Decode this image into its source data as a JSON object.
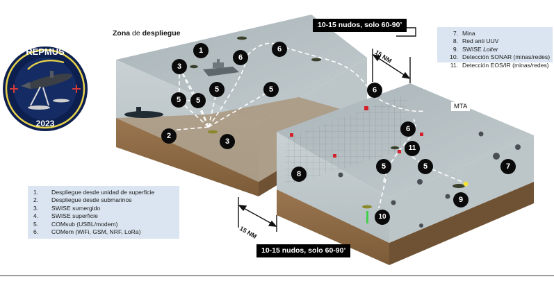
{
  "colors": {
    "water_top": "#b5bfc3",
    "water_side": "#c6cfd2",
    "seabed_front": "#8d6b45",
    "seabed_side": "#6f5233",
    "path": "#ffffff",
    "marker": "#0a0a0a",
    "legend_bg": "#dbe5f1",
    "mine": "#d4202a"
  },
  "badge": {
    "title": "REPMUS",
    "year": "2023",
    "icon": "uuv-drone-badge-icon"
  },
  "zone_label": {
    "prefix": "Zona",
    "mid": " de ",
    "suffix": "despliegue"
  },
  "mta_label": "MTA",
  "speed_top": "10-15 nudos, solo 60-90’",
  "speed_bottom": "10-15 nudos, solo 60-90’",
  "distance_top": "15 NM",
  "distance_bottom": "15 NM",
  "legend_left": [
    {
      "n": "1.",
      "text": "Despliegue desde unidad de superficie"
    },
    {
      "n": "2.",
      "text": "Despliegue desde submarinos"
    },
    {
      "n": "3.",
      "text": "SWISE sumergido"
    },
    {
      "n": "4.",
      "text": "SWISE superficie"
    },
    {
      "n": "5.",
      "text": "COMsub (USBL/modem)"
    },
    {
      "n": "6.",
      "text": "COMem (WiFi, GSM, NRF, LoRa)"
    }
  ],
  "legend_right": [
    {
      "n": "7.",
      "text": "Mina"
    },
    {
      "n": "8.",
      "text": "Red anti UUV"
    },
    {
      "n": "9.",
      "text": "SWISE ",
      "italic": "Loiter"
    },
    {
      "n": "10.",
      "text": "Detección SONAR (minas/redes)"
    },
    {
      "n": "11.",
      "text": "Detección EOS/IR (minas/redes)"
    }
  ],
  "markers": [
    {
      "id": "m1",
      "label": "1"
    },
    {
      "id": "m3a",
      "label": "3"
    },
    {
      "id": "m6a",
      "label": "6"
    },
    {
      "id": "m6b",
      "label": "6"
    },
    {
      "id": "m5a",
      "label": "5"
    },
    {
      "id": "m5b",
      "label": "5"
    },
    {
      "id": "m5c",
      "label": "5"
    },
    {
      "id": "m5d",
      "label": "5"
    },
    {
      "id": "m2",
      "label": "2"
    },
    {
      "id": "m3b",
      "label": "3"
    },
    {
      "id": "m6c",
      "label": "6"
    },
    {
      "id": "m6d",
      "label": "6"
    },
    {
      "id": "m11",
      "label": "11"
    },
    {
      "id": "m5e",
      "label": "5"
    },
    {
      "id": "m5f",
      "label": "5"
    },
    {
      "id": "m8",
      "label": "8"
    },
    {
      "id": "m7",
      "label": "7"
    },
    {
      "id": "m9",
      "label": "9"
    },
    {
      "id": "m10",
      "label": "10"
    }
  ]
}
